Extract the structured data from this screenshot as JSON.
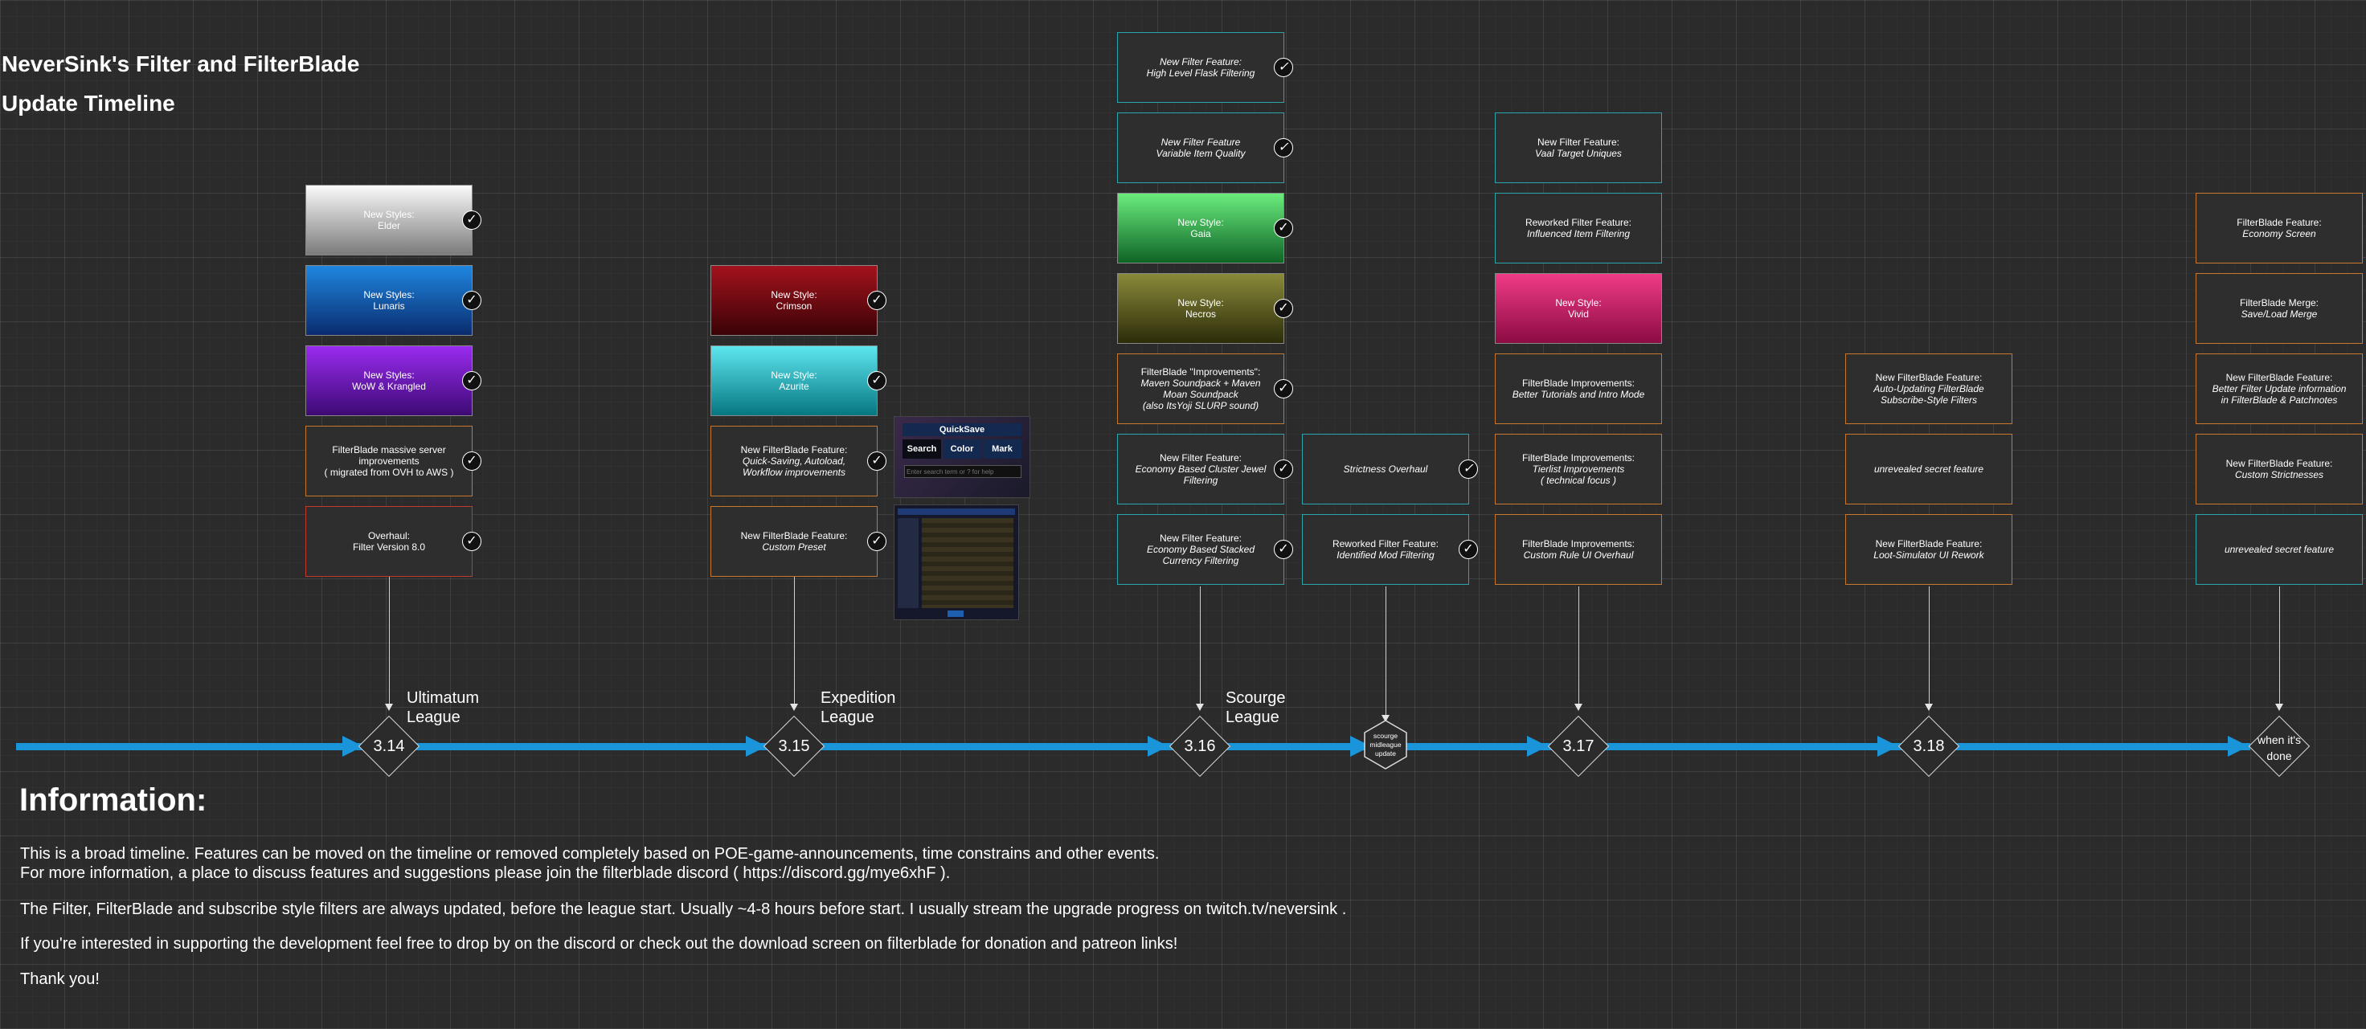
{
  "title_line1": "NeverSink's Filter and FilterBlade",
  "title_line2": "Update Timeline",
  "milestones": {
    "m314": {
      "label": "3.14",
      "league": "Ultimatum\nLeague"
    },
    "m315": {
      "label": "3.15",
      "league": "Expedition\nLeague"
    },
    "m316": {
      "label": "3.16",
      "league": "Scourge\nLeague"
    },
    "scourge": {
      "line1": "scourge",
      "line2": "midleague",
      "line3": "update"
    },
    "m317": {
      "label": "3.17"
    },
    "m318": {
      "label": "3.18"
    },
    "done": {
      "line1": "when it's",
      "line2": "done"
    }
  },
  "cards": {
    "c314_1": {
      "text": "New Styles:\nElder",
      "done": true
    },
    "c314_2": {
      "text": "New Styles:\nLunaris",
      "done": true
    },
    "c314_3": {
      "text": "New Styles:\nWoW & Krangled",
      "done": true
    },
    "c314_4": {
      "text": "FilterBlade massive server improvements\n( migrated from OVH to AWS )",
      "done": true
    },
    "c314_5": {
      "text": "Overhaul:\nFilter Version 8.0",
      "done": true
    },
    "c315_1": {
      "text": "New Style:\nCrimson",
      "done": true
    },
    "c315_2": {
      "text": "New Style:\nAzurite",
      "done": true
    },
    "c315_3": {
      "title": "New FilterBlade Feature:",
      "text": "Quick-Saving, Autoload, Workflow improvements",
      "done": true
    },
    "c315_4": {
      "title": "New FilterBlade Feature:",
      "text": "Custom Preset",
      "done": true
    },
    "c316_1": {
      "title": "New Filter Feature:",
      "text": "High Level Flask Filtering",
      "done": true
    },
    "c316_2": {
      "title": "New Filter Feature",
      "text": "Variable Item Quality",
      "done": true
    },
    "c316_3": {
      "text": "New Style:\nGaia",
      "done": true
    },
    "c316_4": {
      "text": "New Style:\nNecros",
      "done": true
    },
    "c316_5": {
      "title": "FilterBlade \"Improvements\":",
      "text": "Maven Soundpack + Maven Moan Soundpack\n(also ItsYoji SLURP sound)",
      "done": true
    },
    "c316_6": {
      "title": "New Filter Feature:",
      "text": "Economy Based Cluster Jewel Filtering",
      "done": true
    },
    "c316_7": {
      "title": "New Filter Feature:",
      "text": "Economy Based Stacked Currency Filtering",
      "done": true
    },
    "cs_1": {
      "text": "Strictness Overhaul",
      "done": true
    },
    "cs_2": {
      "title": "Reworked Filter Feature:",
      "text": "Identified Mod Filtering",
      "done": true
    },
    "c317_1": {
      "title": "New Filter Feature:",
      "text": "Vaal Target Uniques"
    },
    "c317_2": {
      "title": "Reworked Filter Feature:",
      "text": "Influenced Item Filtering"
    },
    "c317_3": {
      "text": "New Style:\nVivid"
    },
    "c317_4": {
      "title": "FilterBlade Improvements:",
      "text": "Better Tutorials and Intro Mode"
    },
    "c317_5": {
      "title": "FilterBlade Improvements:",
      "text": "Tierlist Improvements\n( technical focus )"
    },
    "c317_6": {
      "title": "FilterBlade Improvements:",
      "text": "Custom Rule UI Overhaul"
    },
    "c318_1": {
      "title": "New FilterBlade Feature:",
      "text": "Auto-Updating FilterBlade Subscribe-Style Filters"
    },
    "c318_2": {
      "text": "unrevealed secret feature"
    },
    "c318_3": {
      "title": "New FilterBlade Feature:",
      "text": "Loot-Simulator UI Rework"
    },
    "cd_1": {
      "title": "FilterBlade Feature:",
      "text": "Economy Screen"
    },
    "cd_2": {
      "title": "FilterBlade Merge:",
      "text": "Save/Load Merge"
    },
    "cd_3": {
      "title": "New FilterBlade Feature:",
      "text": "Better Filter Update information in FilterBlade & Patchnotes"
    },
    "cd_4": {
      "title": "New FilterBlade Feature:",
      "text": "Custom Strictnesses"
    },
    "cd_5": {
      "text": "unrevealed secret feature"
    }
  },
  "quicksave": {
    "title": "QuickSave",
    "tabs": [
      "Search",
      "Color",
      "Mark"
    ],
    "placeholder": "Enter search term or ? for help"
  },
  "information": {
    "heading": "Information:",
    "p1": "This is a broad timeline. Features can be moved on the timeline or removed completely based on POE-game-announcements, time constrains and other events.\nFor more information, a place to discuss features and suggestions please join the filterblade discord ( https://discord.gg/mye6xhF ).",
    "p2": "The Filter, FilterBlade and subscribe style filters are always updated, before the league start. Usually ~4-8 hours before start. I usually stream the upgrade progress on twitch.tv/neversink .",
    "p3": "If you're interested in supporting the development feel free to drop by on the discord or check out the download screen on filterblade for donation and patreon links!",
    "p4": "Thank you!"
  },
  "colors": {
    "timeline": "#1a95d9",
    "orange_border": "#c8772e",
    "cyan_border": "#2aa5a9",
    "red_border": "#c03a2e"
  }
}
